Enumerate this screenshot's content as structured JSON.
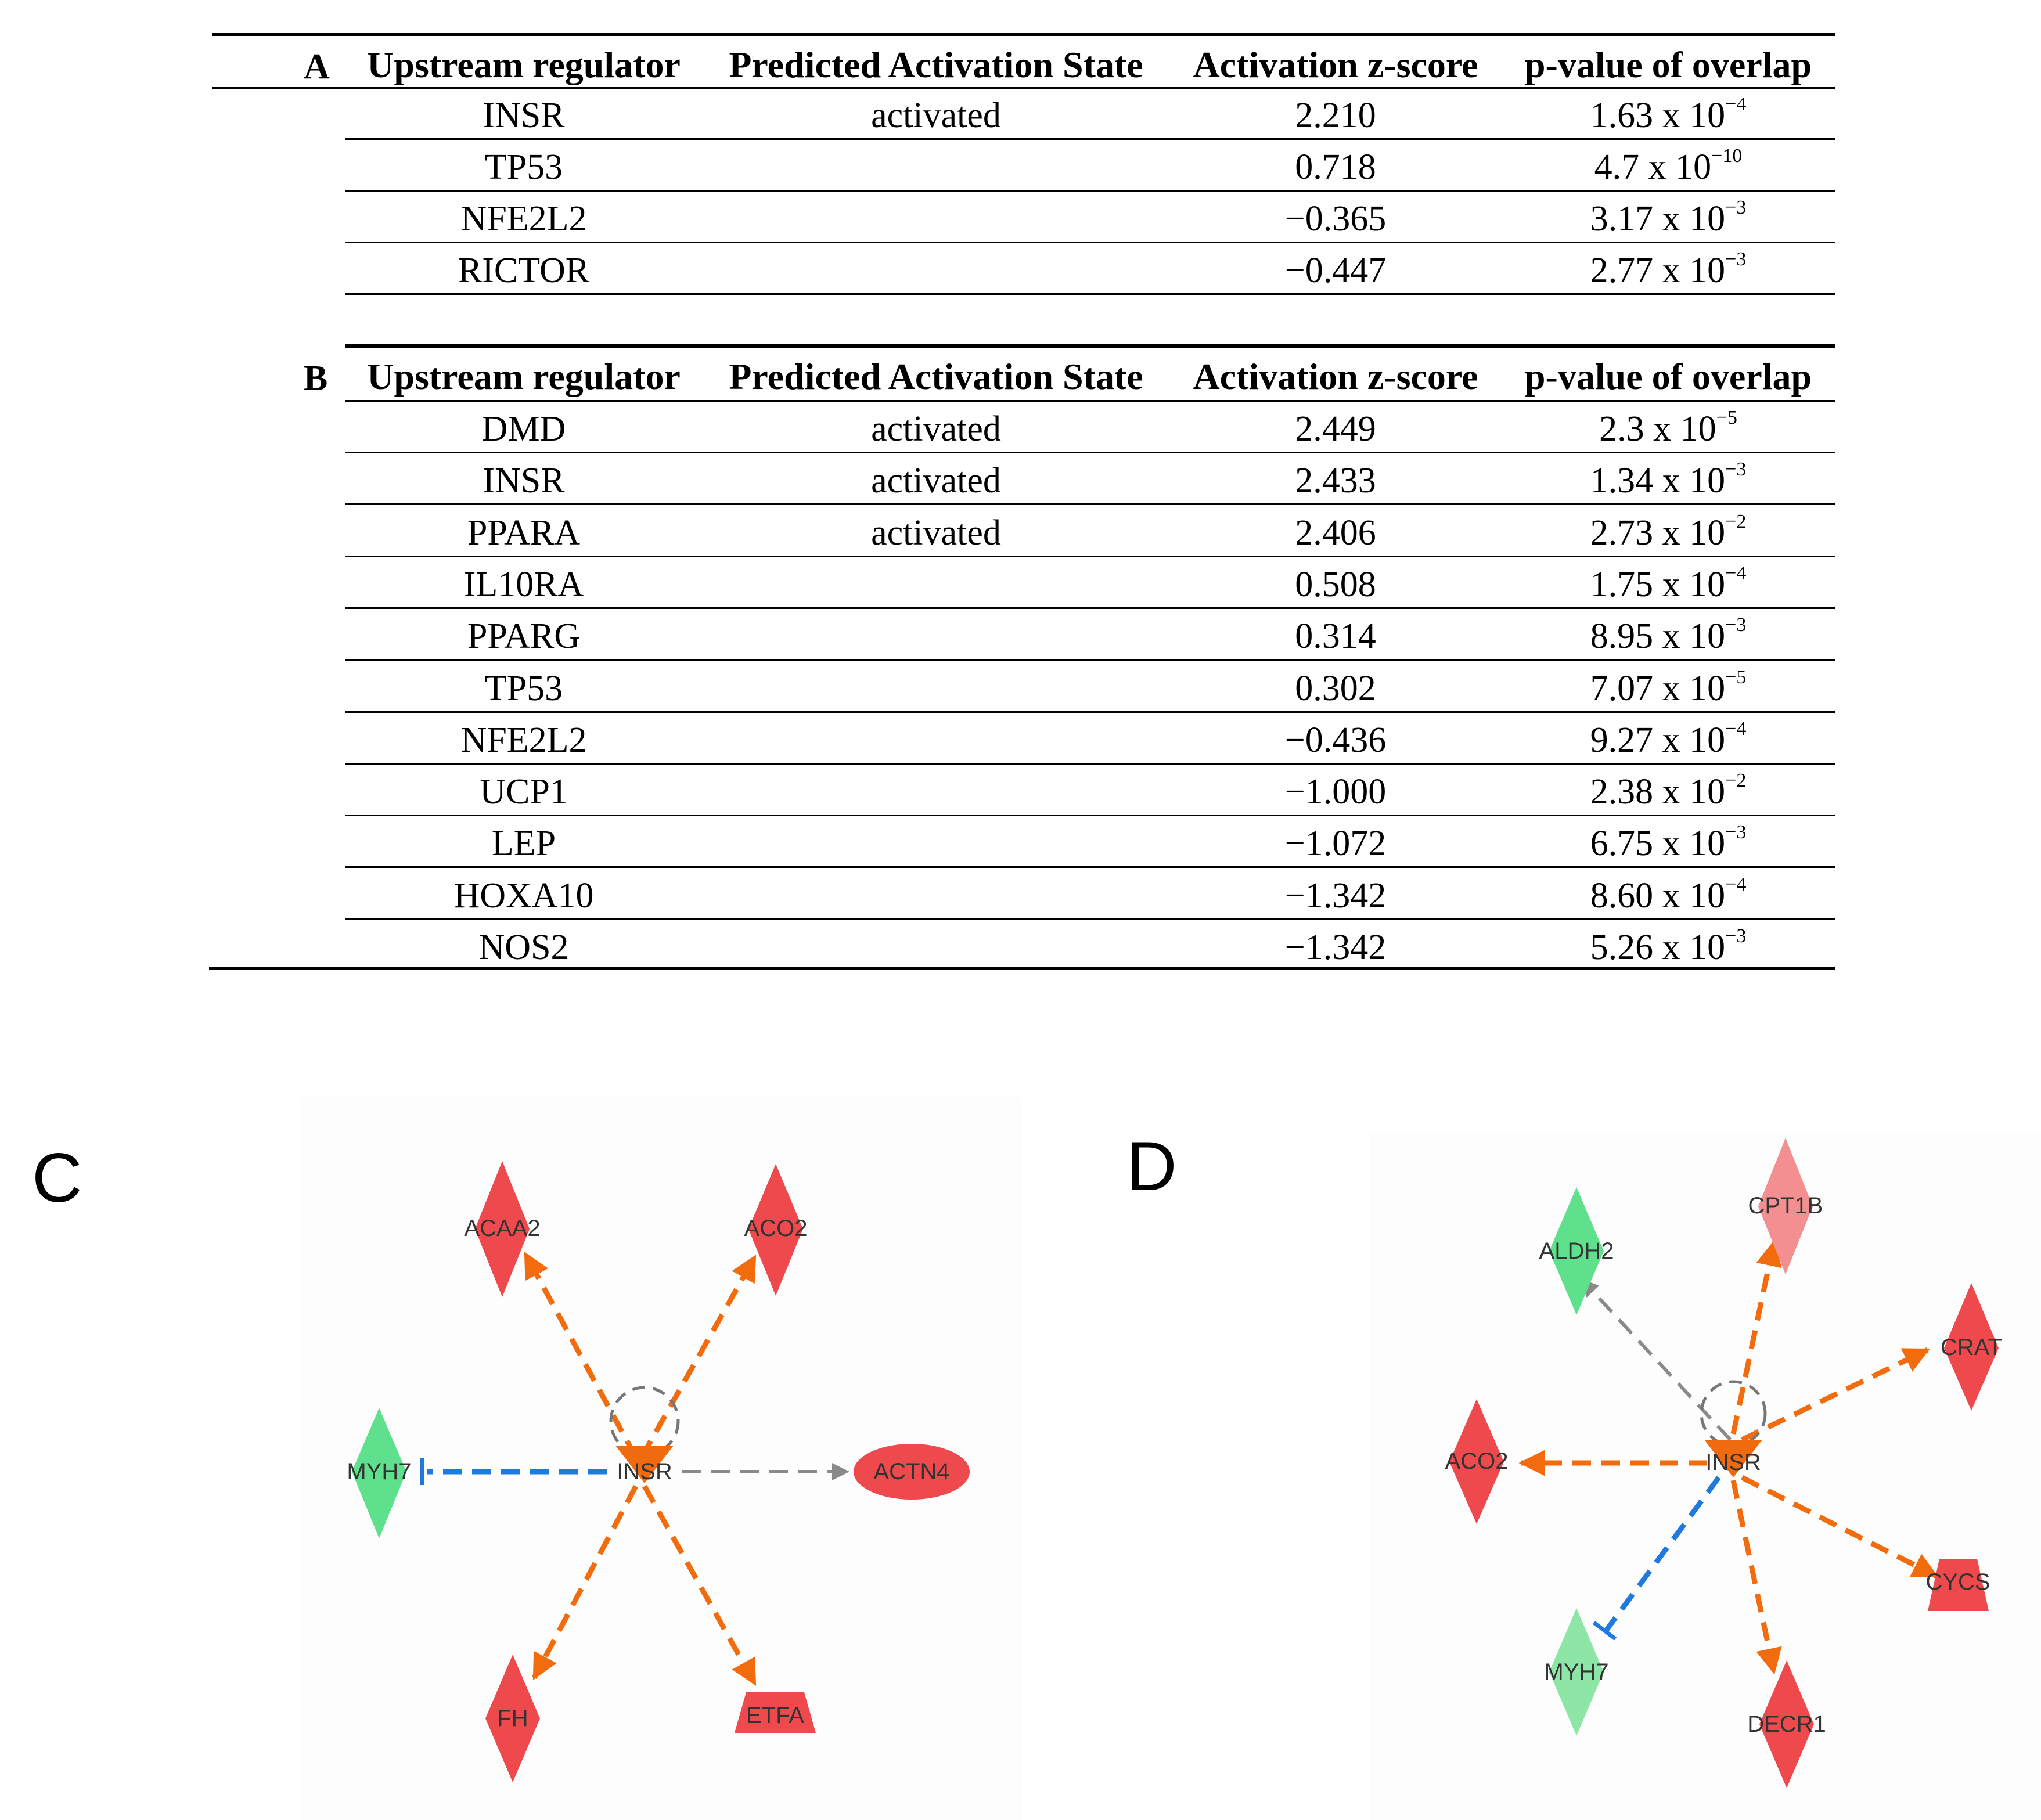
{
  "table_a": {
    "panel": "A",
    "headers": [
      "Upstream regulator",
      "Predicted Activation State",
      "Activation z-score",
      "p-value of overlap"
    ],
    "rows": [
      {
        "regulator": "INSR",
        "state": "activated",
        "z": "2.210",
        "p_mant": "1.63 x 10",
        "p_exp": "−4"
      },
      {
        "regulator": "TP53",
        "state": "",
        "z": "0.718",
        "p_mant": "4.7 x 10",
        "p_exp": "−10"
      },
      {
        "regulator": "NFE2L2",
        "state": "",
        "z": "−0.365",
        "p_mant": "3.17 x 10",
        "p_exp": "−3"
      },
      {
        "regulator": "RICTOR",
        "state": "",
        "z": "−0.447",
        "p_mant": "2.77 x 10",
        "p_exp": "−3"
      }
    ]
  },
  "table_b": {
    "panel": "B",
    "headers": [
      "Upstream regulator",
      "Predicted Activation State",
      "Activation z-score",
      "p-value of overlap"
    ],
    "rows": [
      {
        "regulator": "DMD",
        "state": "activated",
        "z": "2.449",
        "p_mant": "2.3 x 10",
        "p_exp": "−5"
      },
      {
        "regulator": "INSR",
        "state": "activated",
        "z": "2.433",
        "p_mant": "1.34 x 10",
        "p_exp": "−3"
      },
      {
        "regulator": "PPARA",
        "state": "activated",
        "z": "2.406",
        "p_mant": "2.73 x 10",
        "p_exp": "−2"
      },
      {
        "regulator": "IL10RA",
        "state": "",
        "z": "0.508",
        "p_mant": "1.75 x 10",
        "p_exp": "−4"
      },
      {
        "regulator": "PPARG",
        "state": "",
        "z": "0.314",
        "p_mant": "8.95 x 10",
        "p_exp": "−3"
      },
      {
        "regulator": "TP53",
        "state": "",
        "z": "0.302",
        "p_mant": "7.07 x 10",
        "p_exp": "−5"
      },
      {
        "regulator": "NFE2L2",
        "state": "",
        "z": "−0.436",
        "p_mant": "9.27 x 10",
        "p_exp": "−4"
      },
      {
        "regulator": "UCP1",
        "state": "",
        "z": "−1.000",
        "p_mant": "2.38 x 10",
        "p_exp": "−2"
      },
      {
        "regulator": "LEP",
        "state": "",
        "z": "−1.072",
        "p_mant": "6.75 x 10",
        "p_exp": "−3"
      },
      {
        "regulator": "HOXA10",
        "state": "",
        "z": "−1.342",
        "p_mant": "8.60 x 10",
        "p_exp": "−4"
      },
      {
        "regulator": "NOS2",
        "state": "",
        "z": "−1.342",
        "p_mant": "5.26 x 10",
        "p_exp": "−3"
      }
    ]
  },
  "network_c": {
    "panel": "C",
    "center": "INSR",
    "targets": [
      {
        "label": "ACAA2",
        "shape": "diamond",
        "color": "red",
        "edge": "activation"
      },
      {
        "label": "ACO2",
        "shape": "diamond",
        "color": "red",
        "edge": "activation"
      },
      {
        "label": "MYH7",
        "shape": "diamond",
        "color": "green",
        "edge": "inhibition"
      },
      {
        "label": "ACTN4",
        "shape": "ellipse",
        "color": "red",
        "edge": "unpredicted"
      },
      {
        "label": "FH",
        "shape": "diamond",
        "color": "red",
        "edge": "activation"
      },
      {
        "label": "ETFA",
        "shape": "trapezoid",
        "color": "red",
        "edge": "activation"
      }
    ]
  },
  "network_d": {
    "panel": "D",
    "center": "INSR",
    "targets": [
      {
        "label": "CPT1B",
        "shape": "diamond",
        "color": "light-red",
        "edge": "activation"
      },
      {
        "label": "ALDH2",
        "shape": "diamond",
        "color": "green",
        "edge": "unpredicted"
      },
      {
        "label": "CRAT",
        "shape": "diamond",
        "color": "red",
        "edge": "activation"
      },
      {
        "label": "ACO2",
        "shape": "diamond",
        "color": "red",
        "edge": "activation"
      },
      {
        "label": "CYCS",
        "shape": "trapezoid",
        "color": "red",
        "edge": "activation"
      },
      {
        "label": "MYH7",
        "shape": "diamond",
        "color": "light-green",
        "edge": "inhibition"
      },
      {
        "label": "DECR1",
        "shape": "diamond",
        "color": "red",
        "edge": "activation"
      }
    ]
  },
  "colors": {
    "activation_edge": "#f26b0c",
    "inhibition_edge": "#1f7ae0",
    "unpredicted_edge": "#8a8a8a",
    "node_red": "#ee4a4e",
    "node_light_red": "#f38e91",
    "node_green": "#5fe08c",
    "node_light_green": "#8ee6a6",
    "center_orange": "#f06a10"
  }
}
